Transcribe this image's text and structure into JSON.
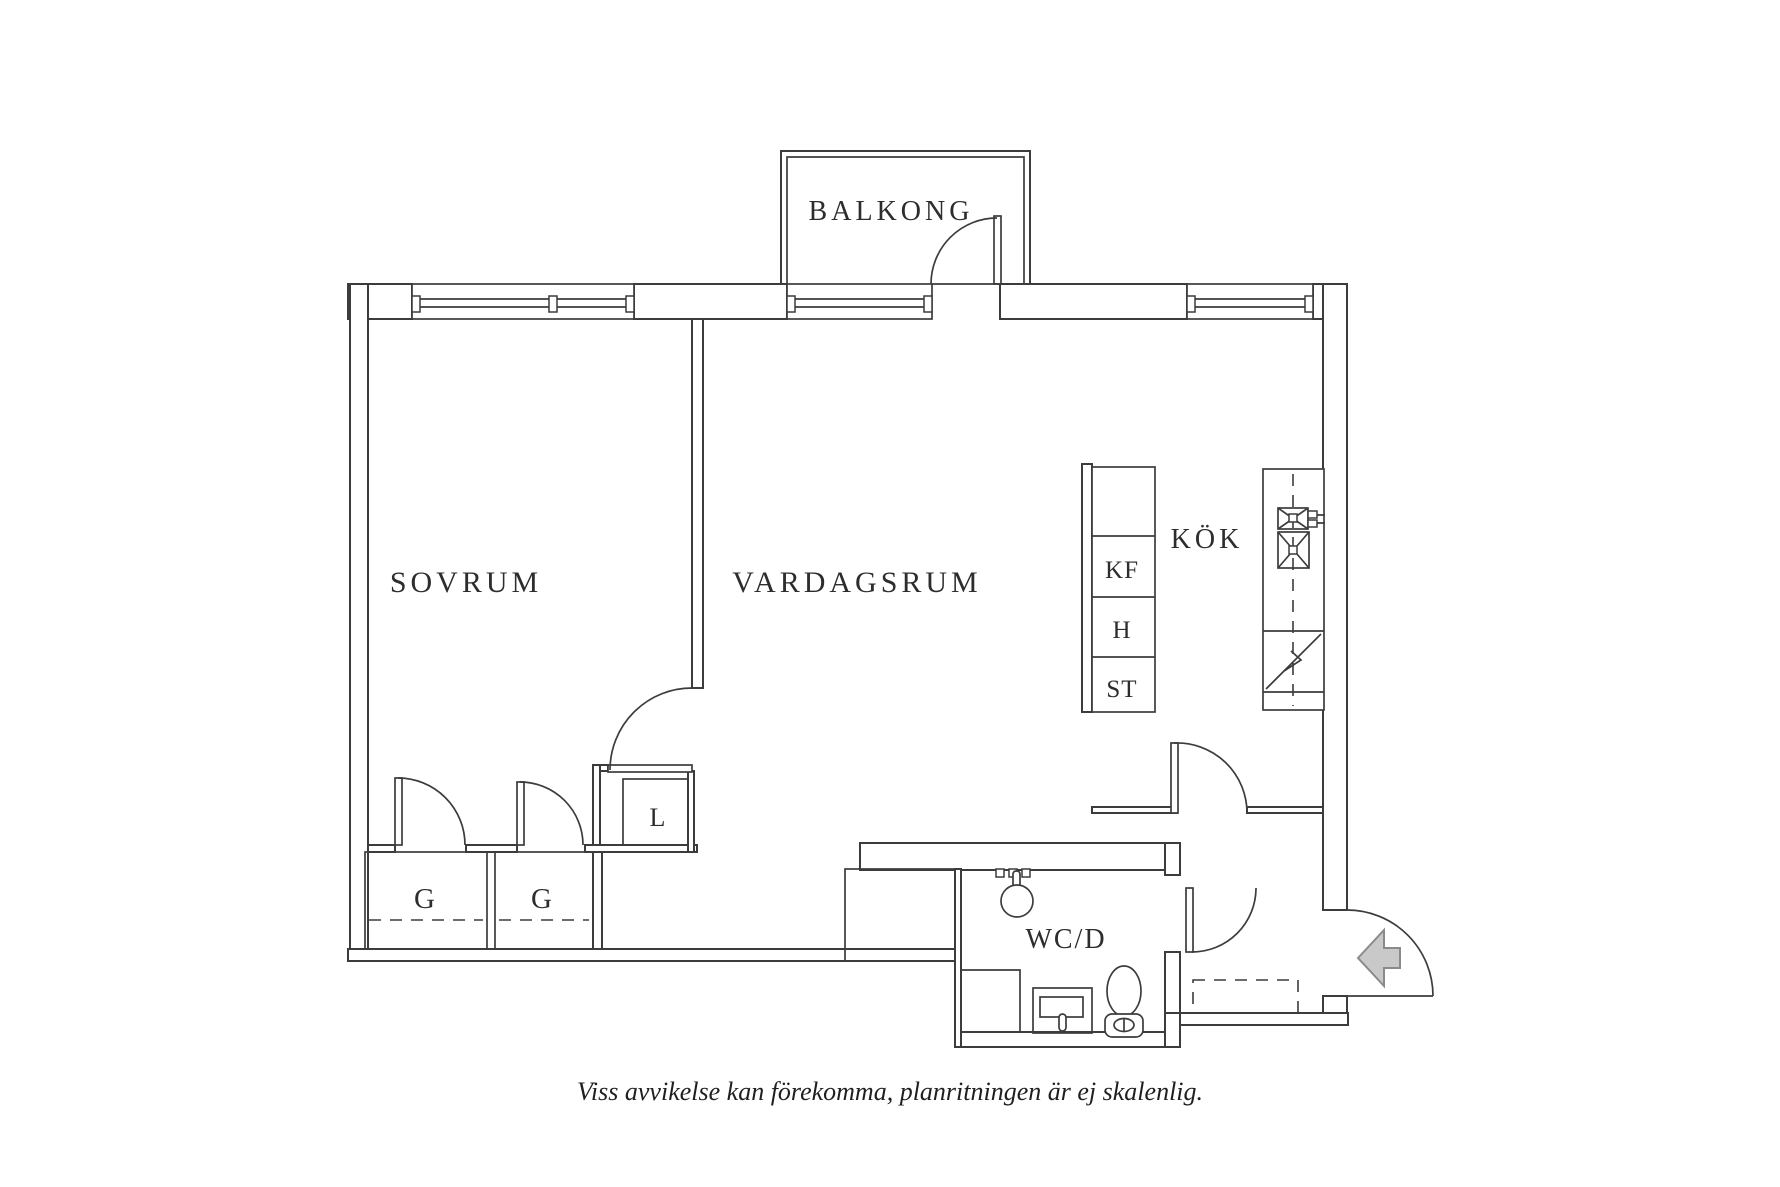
{
  "plan": {
    "rooms": [
      {
        "id": "balkong",
        "label": "BALKONG"
      },
      {
        "id": "sovrum",
        "label": "SOVRUM"
      },
      {
        "id": "vardagsrum",
        "label": "VARDAGSRUM"
      },
      {
        "id": "kok",
        "label": "KÖK"
      },
      {
        "id": "wc-dusch",
        "label": "WC/D"
      }
    ],
    "closets": [
      {
        "label": "G"
      },
      {
        "label": "G"
      },
      {
        "label": "L"
      }
    ],
    "kitchen_units": [
      {
        "label": "KF"
      },
      {
        "label": "H"
      },
      {
        "label": "ST"
      }
    ],
    "disclaimer": "Viss avvikelse kan förekomma, planritningen är ej skalenlig.",
    "colors": {
      "line": "#3c3c3c",
      "arrow_fill": "#c9c9c9",
      "arrow_stroke": "#8a8a8a",
      "background": "#ffffff"
    }
  }
}
